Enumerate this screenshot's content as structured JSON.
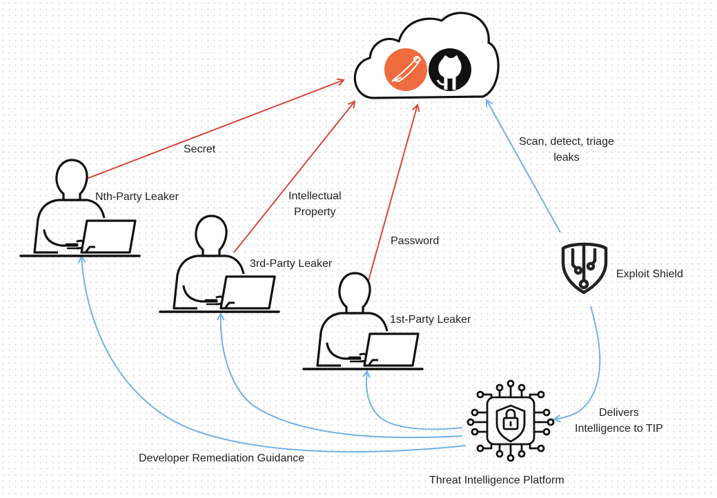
{
  "edges": {
    "secret": "Secret",
    "intellectual_property": "Intellectual\nProperty",
    "password": "Password",
    "scan": "Scan, detect, triage\nleaks",
    "delivers": "Delivers\nIntelligence to TIP",
    "guidance": "Developer Remediation Guidance"
  },
  "nodes": {
    "nth_party": "Nth-Party Leaker",
    "third_party": "3rd-Party Leaker",
    "first_party": "1st-Party Leaker",
    "exploit_shield": "Exploit Shield",
    "tip": "Threat Intelligence Platform",
    "cloud": {
      "icons": [
        "postman-icon",
        "github-icon"
      ]
    }
  },
  "colors": {
    "leak_arrow": "#d9453a",
    "intel_arrow": "#6fb1ea",
    "postman_orange": "#ef6c3e",
    "ink": "#111111"
  }
}
